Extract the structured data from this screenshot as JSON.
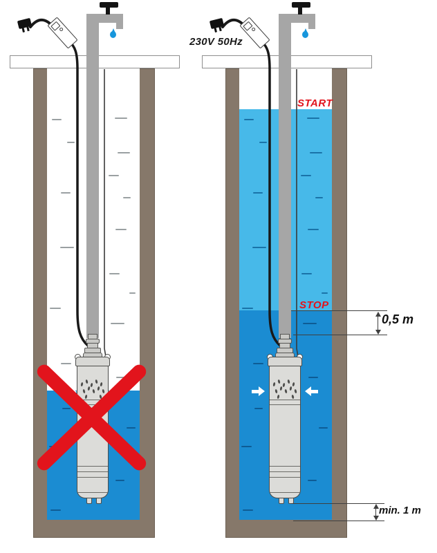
{
  "labels": {
    "voltage": "230V 50Hz",
    "start": "START",
    "stop": "STOP",
    "dim_top": "0,5 m",
    "dim_bottom": "min. 1 m"
  },
  "colors": {
    "wall": "#86786a",
    "water_light": "#47b9e9",
    "water_dark": "#1b8cd2",
    "pipe": "#a6a6a6",
    "pump_body": "#dcdcd9",
    "red": "#e2141c",
    "drop": "#1796dc"
  },
  "decor": {
    "dash_colors": {
      "on_white": "#9aa0a2",
      "on_light": "#1a73a8",
      "on_dark": "#0e5c95"
    },
    "dashes": [
      [
        75,
        172,
        14
      ],
      [
        166,
        170,
        18
      ],
      [
        97,
        205,
        11
      ],
      [
        170,
        220,
        18
      ],
      [
        157,
        253,
        15
      ],
      [
        88,
        278,
        14
      ],
      [
        178,
        285,
        11
      ],
      [
        167,
        331,
        16
      ],
      [
        87,
        357,
        20
      ],
      [
        158,
        395,
        15
      ],
      [
        187,
        423,
        9
      ],
      [
        72,
        445,
        16
      ],
      [
        160,
        467,
        20
      ],
      [
        88,
        525,
        15
      ],
      [
        168,
        545,
        14
      ],
      [
        90,
        590,
        12
      ],
      [
        183,
        618,
        13
      ],
      [
        71,
        645,
        15
      ],
      [
        167,
        694,
        13
      ],
      [
        73,
        737,
        15
      ]
    ],
    "pump_holes": [
      [
        9,
        70
      ],
      [
        16,
        66
      ],
      [
        23,
        71
      ],
      [
        30,
        66
      ],
      [
        37,
        70
      ],
      [
        12,
        80
      ],
      [
        19,
        76
      ],
      [
        26,
        80
      ],
      [
        33,
        76
      ],
      [
        40,
        80
      ],
      [
        15,
        88
      ],
      [
        36,
        88
      ]
    ]
  }
}
